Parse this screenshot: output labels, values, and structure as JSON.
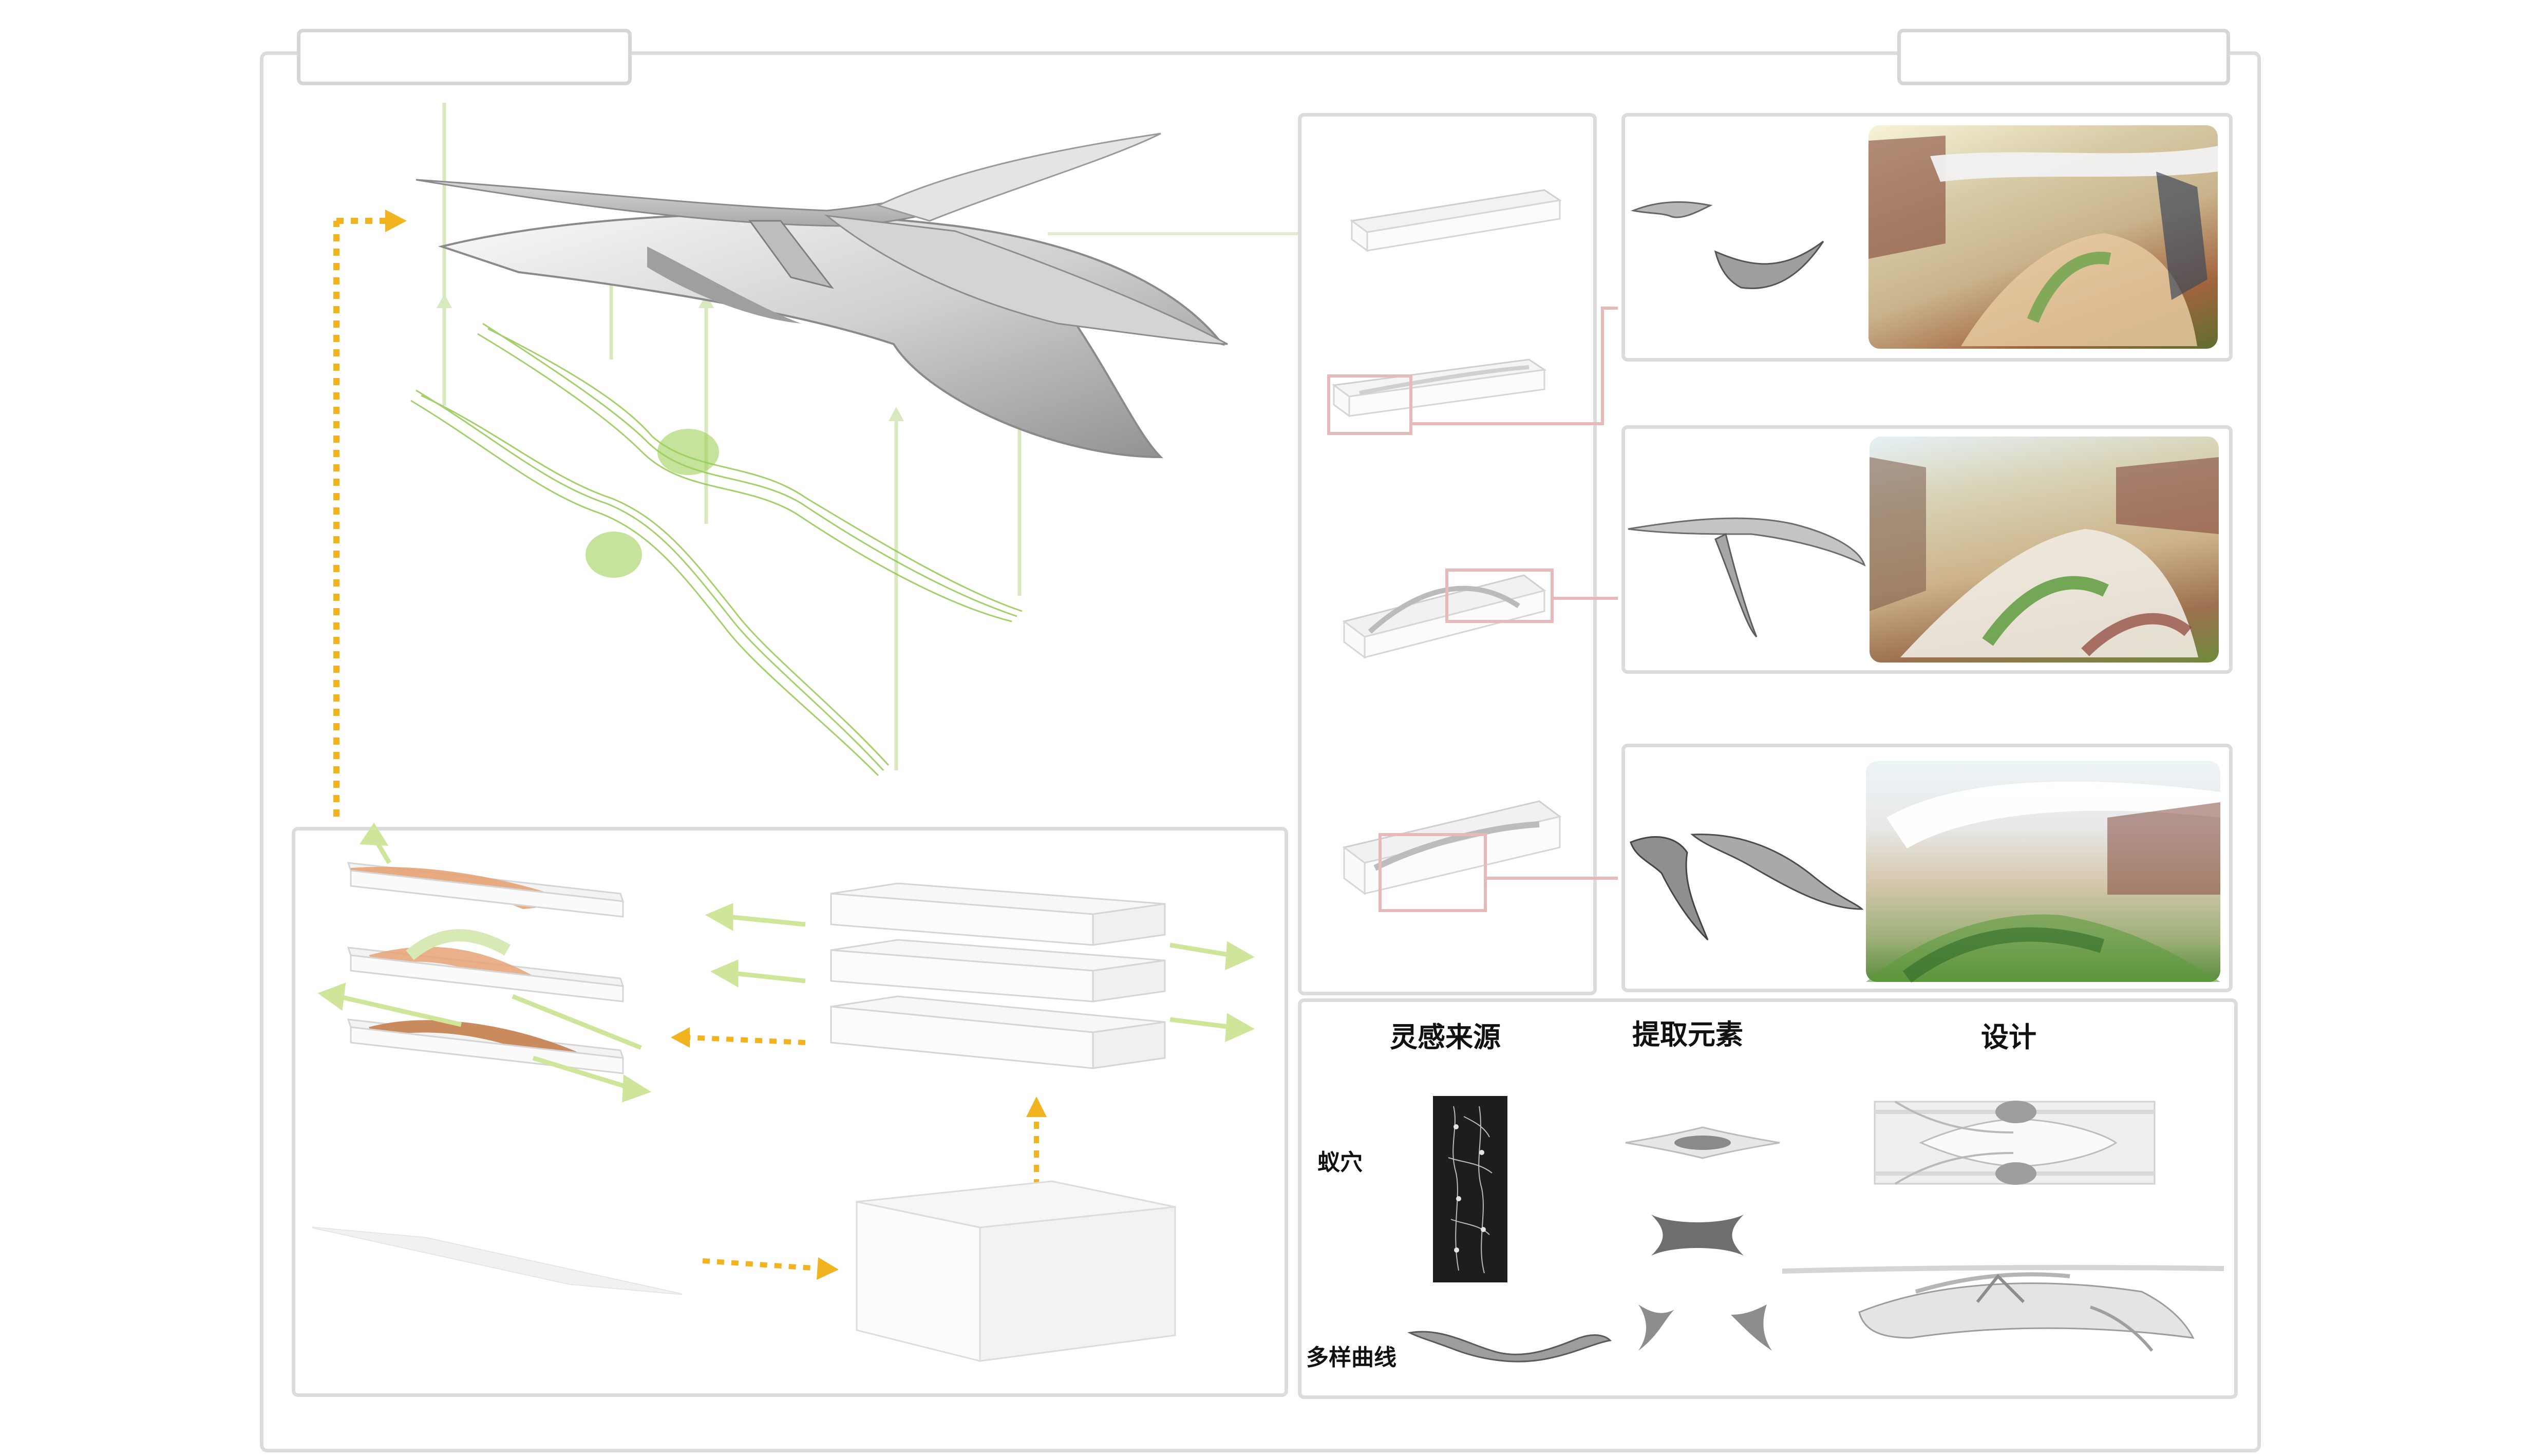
{
  "table": {
    "headers": {
      "inspiration": "灵感来源",
      "extract": "提取元素",
      "design": "设计"
    },
    "rows": [
      {
        "label": "蚁穴"
      },
      {
        "label": "多样曲线"
      }
    ]
  },
  "colors": {
    "frame": "#dcdcdc",
    "arrow_orange": "#f2b321",
    "green_light": "#dcecc0",
    "green_wave": "#7cbf2a",
    "green_arrow": "#cfe69a",
    "pink_highlight": "#e8b9b9",
    "wood": "#d99a6a"
  }
}
